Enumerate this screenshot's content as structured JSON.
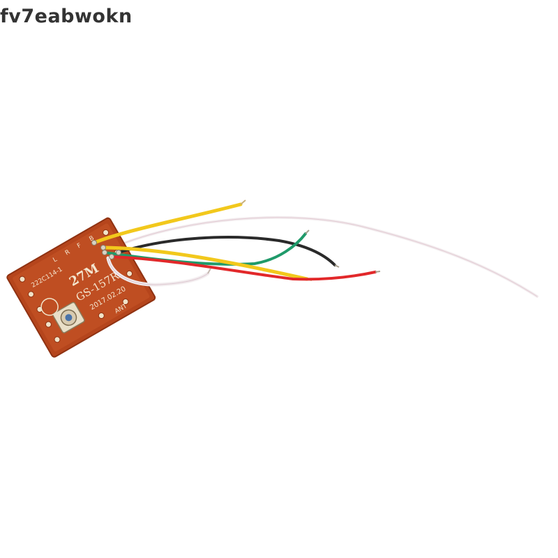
{
  "watermark": {
    "text": "fv7eabwokn"
  },
  "board": {
    "freq_label": "27M",
    "model_label": "GS-157R",
    "part_code": "222C114-1",
    "date_code": "2017.02.20",
    "ant_label": "ANT",
    "pin_labels": [
      "L",
      "R",
      "F",
      "B"
    ]
  },
  "colors": {
    "board": "#b5451c",
    "wire_yellow": "#f2c81c",
    "wire_white": "#f2ecee",
    "wire_black": "#2a2a2a",
    "wire_green": "#1f9a6a",
    "wire_red": "#e2282a"
  }
}
